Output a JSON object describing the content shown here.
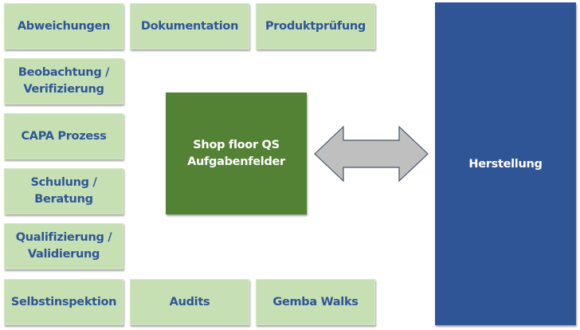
{
  "boxes": {
    "abweichungen": "Abweichungen",
    "dokumentation": "Dokumentation",
    "produktpruefung": "Produktprüfung",
    "beobachtung": "Beobachtung /\nVerifizierung",
    "capa": "CAPA Prozess",
    "schulung": "Schulung /\nBeratung",
    "qualifizierung": "Qualifizierung /\nValidierung",
    "selbstinspektion": "Selbstinspektion",
    "audits": "Audits",
    "gemba": "Gemba Walks"
  },
  "center": {
    "label": "Shop floor QS\nAufgabenfelder"
  },
  "target": {
    "label": "Herstellung"
  },
  "connector": {
    "type": "double-arrow"
  },
  "colors": {
    "task_box": "#c6e0b4",
    "task_text": "#2f5597",
    "center_box": "#548235",
    "target_box": "#2f5597",
    "arrow_fill": "#bfbfbf",
    "arrow_stroke": "#44546a"
  }
}
